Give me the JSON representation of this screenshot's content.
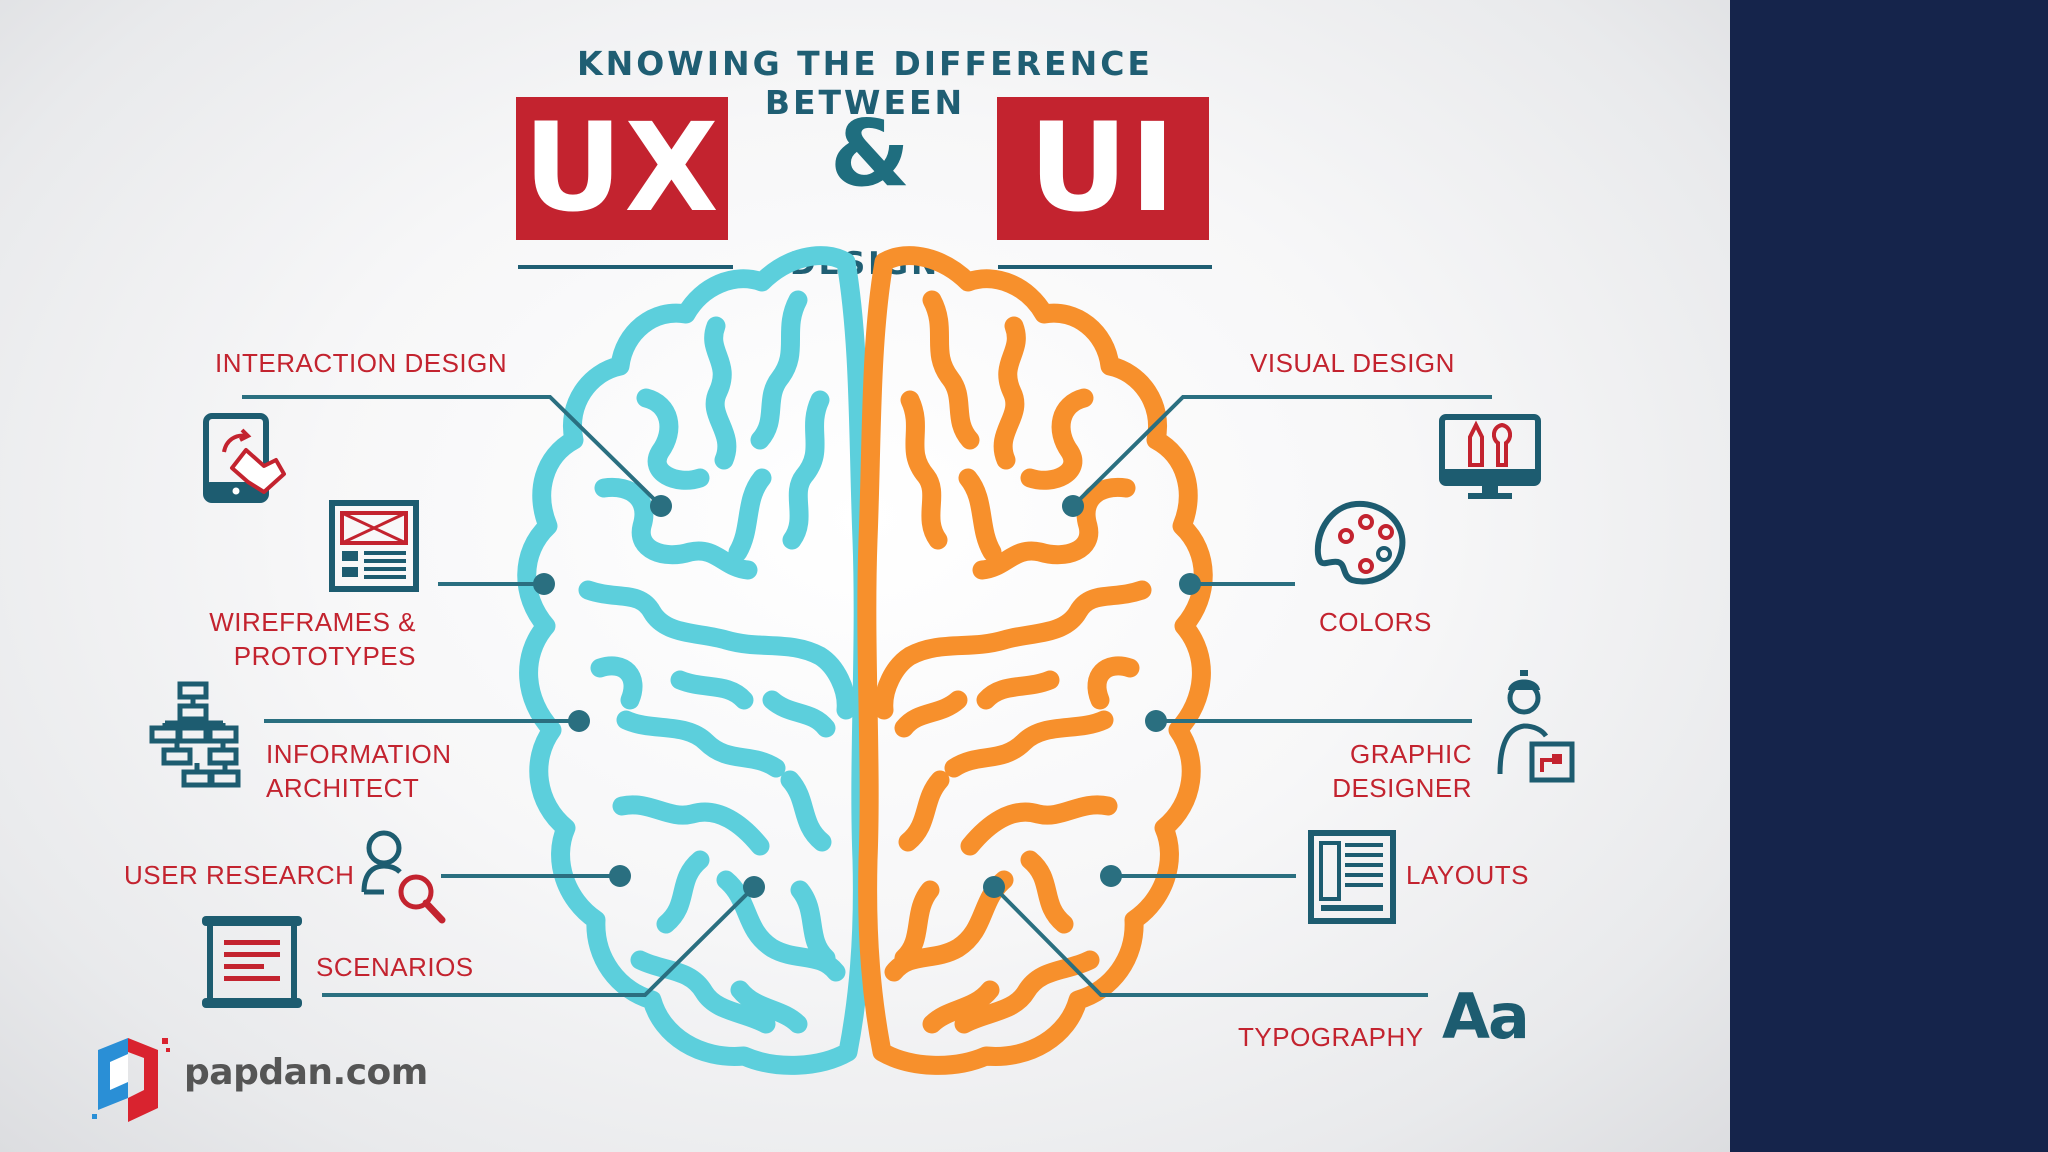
{
  "header": {
    "line1": "KNOWING THE DIFFERENCE BETWEEN",
    "left_box": "UX",
    "ampersand": "&",
    "right_box": "UI",
    "subtitle": "DESIGN"
  },
  "ux_side": {
    "color": "#5ccfdc",
    "items": [
      {
        "label": "INTERACTION DESIGN",
        "icon": "tablet-touch-icon"
      },
      {
        "label_line1": "WIREFRAMES &",
        "label_line2": "PROTOTYPES",
        "icon": "wireframe-icon"
      },
      {
        "label_line1": "INFORMATION",
        "label_line2": "ARCHITECT",
        "icon": "sitemap-icon"
      },
      {
        "label": "USER RESEARCH",
        "icon": "user-search-icon"
      },
      {
        "label": "SCENARIOS",
        "icon": "scroll-icon"
      }
    ]
  },
  "ui_side": {
    "color": "#f7902c",
    "items": [
      {
        "label": "VISUAL DESIGN",
        "icon": "monitor-tools-icon"
      },
      {
        "label": "COLORS",
        "icon": "palette-icon"
      },
      {
        "label_line1": "GRAPHIC",
        "label_line2": "DESIGNER",
        "icon": "designer-icon"
      },
      {
        "label": "LAYOUTS",
        "icon": "layout-icon"
      },
      {
        "label": "TYPOGRAPHY",
        "icon": "typography-icon",
        "glyph": "Aa"
      }
    ]
  },
  "colors": {
    "accent_red": "#c3232f",
    "teal_text": "#1f5e73",
    "connector": "#2a6f80",
    "side_panel": "#15244b"
  },
  "footer": {
    "logo_text": "papdan.com"
  }
}
